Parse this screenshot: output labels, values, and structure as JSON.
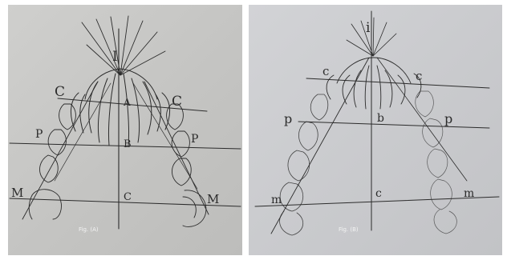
{
  "figures": [
    {
      "caption": "Fig. (A)",
      "labels": {
        "top": "I",
        "canine_left": "C",
        "canine_right": "C",
        "point_a": "A",
        "point_b": "B",
        "point_c": "C",
        "premolar_left": "P",
        "premolar_right": "P",
        "molar_left": "M",
        "molar_right": "M"
      }
    },
    {
      "caption": "Fig. (B)",
      "labels": {
        "top": "i",
        "canine_left": "c",
        "canine_right": "c",
        "point_b": "b",
        "point_c": "c",
        "premolar_left": "p",
        "premolar_right": "p",
        "molar_left": "m",
        "molar_right": "m"
      }
    }
  ],
  "colors": {
    "pencil": "#2b2b2b",
    "paper_a": "#c8c8c6",
    "paper_b": "#cbcccf",
    "caption": "#f4f4f4"
  }
}
